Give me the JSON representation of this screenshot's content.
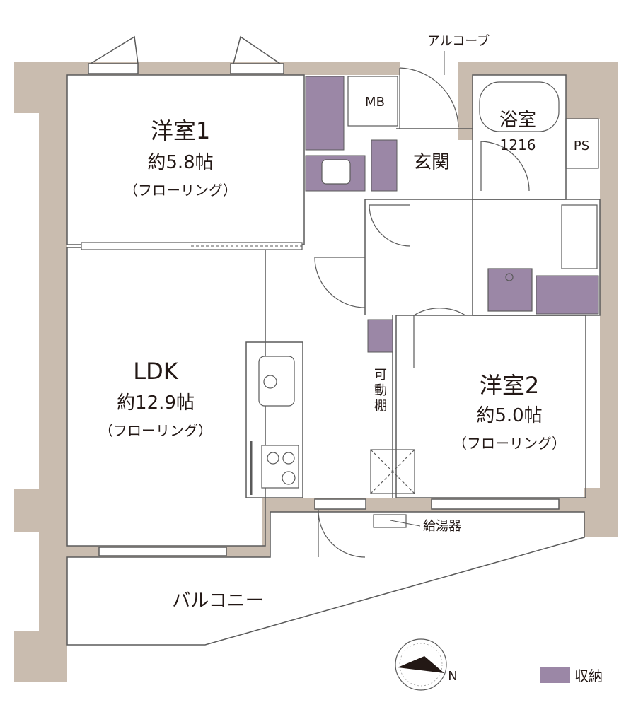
{
  "rooms": {
    "western1": {
      "name": "洋室1",
      "size": "約5.8帖",
      "floor": "（フローリング）"
    },
    "western2": {
      "name": "洋室2",
      "size": "約5.0帖",
      "floor": "（フローリング）"
    },
    "ldk": {
      "name": "LDK",
      "size": "約12.9帖",
      "floor": "（フローリング）"
    },
    "bath": {
      "name": "浴室",
      "size": "1216"
    },
    "entrance": {
      "name": "玄関"
    },
    "balcony": {
      "name": "バルコニー"
    }
  },
  "labels": {
    "alcove": "アルコーブ",
    "mb": "MB",
    "ps": "PS",
    "water_heater": "給湯器",
    "movable_shelf": [
      "可",
      "動",
      "棚"
    ]
  },
  "legend": {
    "storage": "収納",
    "storage_color": "#9b87a6"
  },
  "compass": {
    "north": "N"
  },
  "colors": {
    "wall": "#c9bcaf",
    "storage": "#9b87a6",
    "line": "#5a5a5a"
  }
}
